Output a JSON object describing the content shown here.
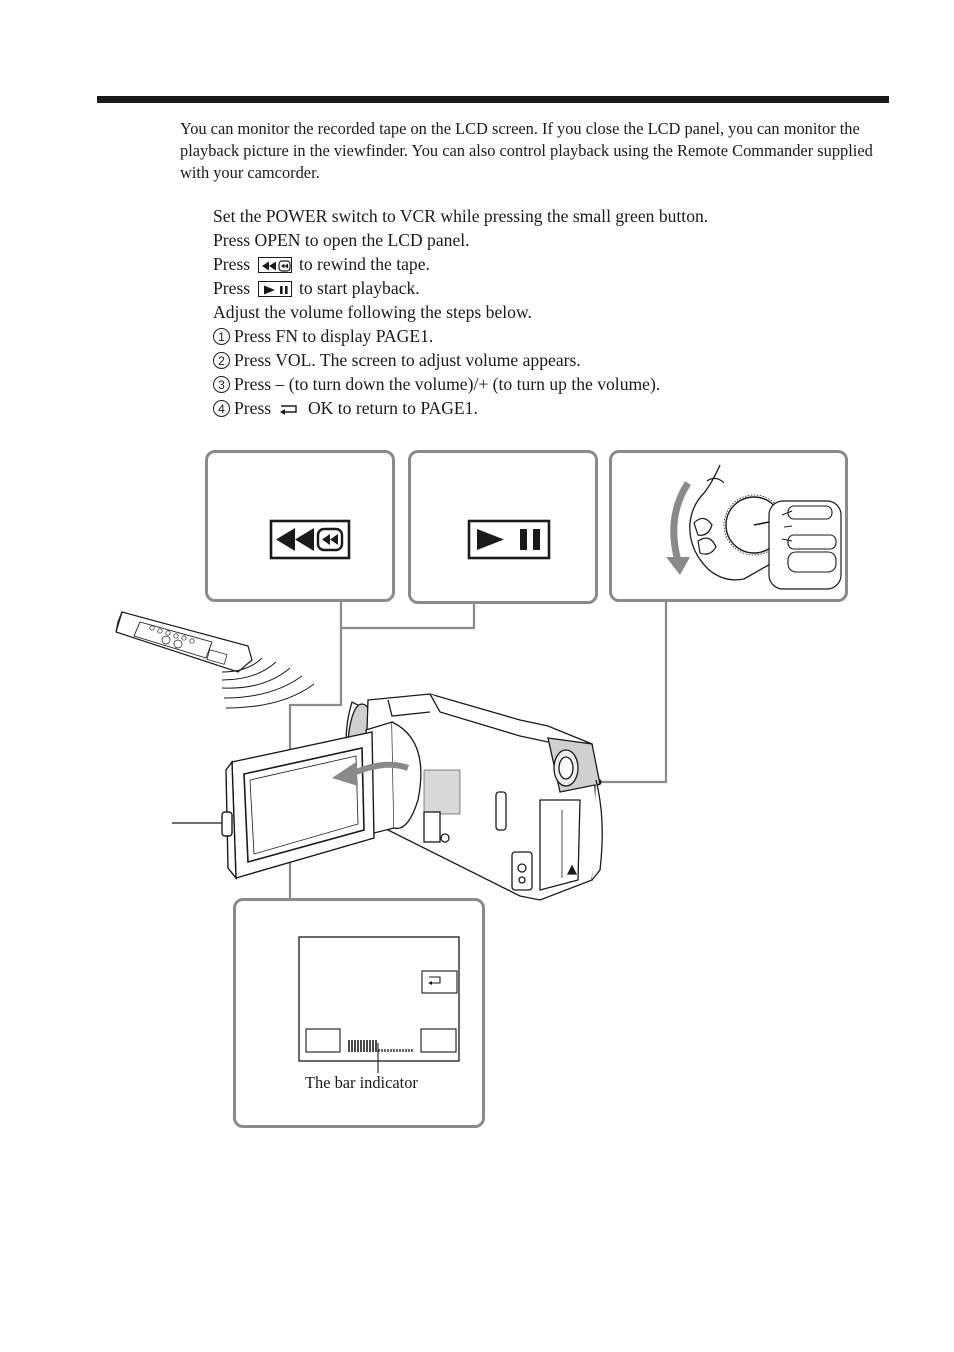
{
  "intro": "You can monitor the recorded tape on the LCD screen. If you close the LCD panel, you can monitor the playback picture in the viewfinder. You can also control playback using the Remote Commander supplied with your camcorder.",
  "steps": [
    {
      "text": "Set the POWER switch to VCR while pressing the small green button."
    },
    {
      "text": "Press OPEN to open the LCD panel."
    },
    {
      "before": "Press",
      "after": "to rewind the tape.",
      "icon": "rewind-button-icon"
    },
    {
      "before": "Press",
      "after": "to start playback.",
      "icon": "play-pause-button-icon"
    },
    {
      "text": "Adjust the volume following the steps below."
    }
  ],
  "substeps": [
    {
      "num": "1",
      "text": "Press FN to display PAGE1."
    },
    {
      "num": "2",
      "text": "Press VOL. The screen to adjust volume appears."
    },
    {
      "num": "3",
      "text": "Press – (to turn down the volume)/+ (to turn up the volume)."
    },
    {
      "num": "4",
      "before": "Press",
      "after": "OK to return to PAGE1.",
      "icon": "return-arrow-icon"
    }
  ],
  "figure": {
    "callouts": [
      "rewind-button",
      "play-pause-button",
      "power-switch",
      "lcd-volume-screen"
    ],
    "bar_indicator_label": "The bar indicator"
  },
  "colors": {
    "text": "#1a1a1a",
    "callout_border": "#8a8a8a",
    "rule": "#1a1a1a"
  }
}
